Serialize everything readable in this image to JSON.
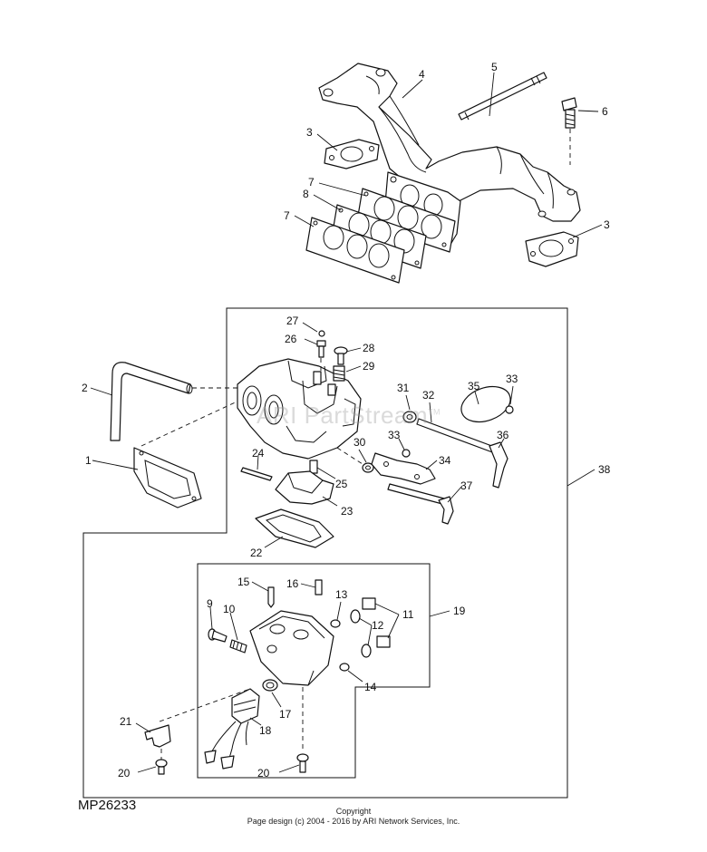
{
  "diagram": {
    "model_id": "MP26233",
    "watermark": "ARI PartStream",
    "watermark_tm": "TM",
    "copyright_title": "Copyright",
    "copyright_line": "Page design (c) 2004 - 2016 by ARI Network Services, Inc."
  },
  "callouts": [
    {
      "id": "callout-1",
      "label": "1"
    },
    {
      "id": "callout-2",
      "label": "2"
    },
    {
      "id": "callout-3a",
      "label": "3"
    },
    {
      "id": "callout-3b",
      "label": "3"
    },
    {
      "id": "callout-4",
      "label": "4"
    },
    {
      "id": "callout-5",
      "label": "5"
    },
    {
      "id": "callout-6",
      "label": "6"
    },
    {
      "id": "callout-7a",
      "label": "7"
    },
    {
      "id": "callout-7b",
      "label": "7"
    },
    {
      "id": "callout-8",
      "label": "8"
    },
    {
      "id": "callout-9",
      "label": "9"
    },
    {
      "id": "callout-10",
      "label": "10"
    },
    {
      "id": "callout-11",
      "label": "11"
    },
    {
      "id": "callout-12",
      "label": "12"
    },
    {
      "id": "callout-13",
      "label": "13"
    },
    {
      "id": "callout-14",
      "label": "14"
    },
    {
      "id": "callout-15",
      "label": "15"
    },
    {
      "id": "callout-16",
      "label": "16"
    },
    {
      "id": "callout-17",
      "label": "17"
    },
    {
      "id": "callout-18",
      "label": "18"
    },
    {
      "id": "callout-19",
      "label": "19"
    },
    {
      "id": "callout-20a",
      "label": "20"
    },
    {
      "id": "callout-20b",
      "label": "20"
    },
    {
      "id": "callout-21",
      "label": "21"
    },
    {
      "id": "callout-22",
      "label": "22"
    },
    {
      "id": "callout-23",
      "label": "23"
    },
    {
      "id": "callout-24",
      "label": "24"
    },
    {
      "id": "callout-25",
      "label": "25"
    },
    {
      "id": "callout-26",
      "label": "26"
    },
    {
      "id": "callout-27",
      "label": "27"
    },
    {
      "id": "callout-28",
      "label": "28"
    },
    {
      "id": "callout-29",
      "label": "29"
    },
    {
      "id": "callout-30",
      "label": "30"
    },
    {
      "id": "callout-31",
      "label": "31"
    },
    {
      "id": "callout-32",
      "label": "32"
    },
    {
      "id": "callout-33a",
      "label": "33"
    },
    {
      "id": "callout-33b",
      "label": "33"
    },
    {
      "id": "callout-34",
      "label": "34"
    },
    {
      "id": "callout-35",
      "label": "35"
    },
    {
      "id": "callout-36",
      "label": "36"
    },
    {
      "id": "callout-37",
      "label": "37"
    },
    {
      "id": "callout-38",
      "label": "38"
    }
  ]
}
